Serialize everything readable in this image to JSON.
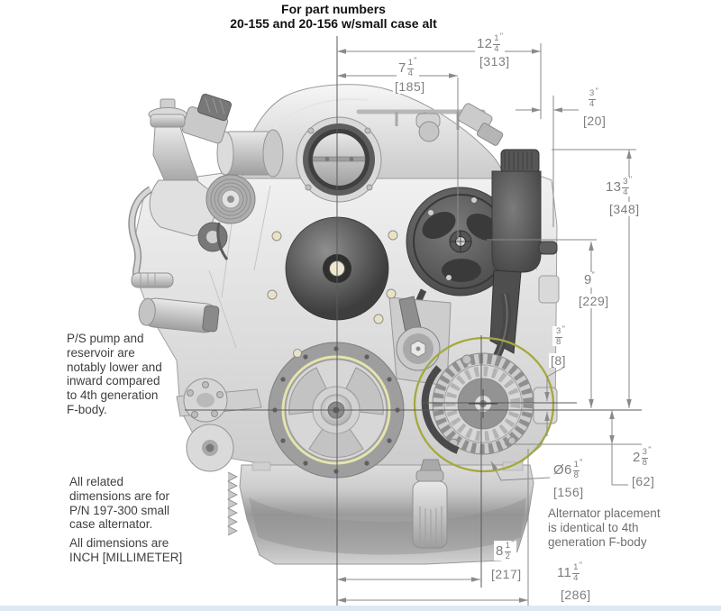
{
  "title": {
    "line1": "For part numbers",
    "line2": "20-155 and 20-156 w/small case alt"
  },
  "annotations": {
    "ps_pump": "P/S pump and\nreservoir are\nnotably lower and\ninward compared\nto 4th generation\nF-body.",
    "related_dims": "All related\ndimensions are for\nP/N 197-300 small\ncase alternator.",
    "units_note": "All dimensions are\nINCH [MILLIMETER]",
    "alternator_note": "Alternator placement\nis identical to 4th\ngeneration F-body"
  },
  "dimensions": {
    "top_width_full": {
      "whole": "12",
      "num": "1",
      "den": "4",
      "unit": "\"",
      "mm": "[313]"
    },
    "top_width_ps": {
      "whole": "7",
      "num": "1",
      "den": "4",
      "unit": "\"",
      "mm": "[185]"
    },
    "reservoir_offset": {
      "whole": "",
      "num": "3",
      "den": "4",
      "unit": "\"",
      "mm": "[20]"
    },
    "height_reservoir": {
      "whole": "13",
      "num": "3",
      "den": "4",
      "unit": "\"",
      "mm": "[348]"
    },
    "height_ps_center": {
      "whole": "9",
      "unit": "\"",
      "mm": "[229]"
    },
    "alt_crank_offset": {
      "whole": "",
      "num": "3",
      "den": "8",
      "unit": "\"",
      "mm": "[8]"
    },
    "alt_below_crank": {
      "whole": "2",
      "num": "3",
      "den": "8",
      "unit": "\"",
      "mm": "[62]"
    },
    "alt_diameter": {
      "whole": "Ø6",
      "num": "1",
      "den": "8",
      "unit": "\"",
      "mm": "[156]"
    },
    "bottom_width_alt_center": {
      "whole": "8",
      "num": "1",
      "den": "2",
      "unit": "\"",
      "mm": "[217]"
    },
    "bottom_width_alt_edge": {
      "whole": "11",
      "num": "1",
      "den": "4",
      "unit": "\"",
      "mm": "[286]"
    }
  },
  "colors": {
    "highlight_circle": "#a4a93b",
    "crank_ring": "#e4e4ae",
    "dim_line": "#8a8a8a",
    "center_line": "#5a5a5a"
  }
}
